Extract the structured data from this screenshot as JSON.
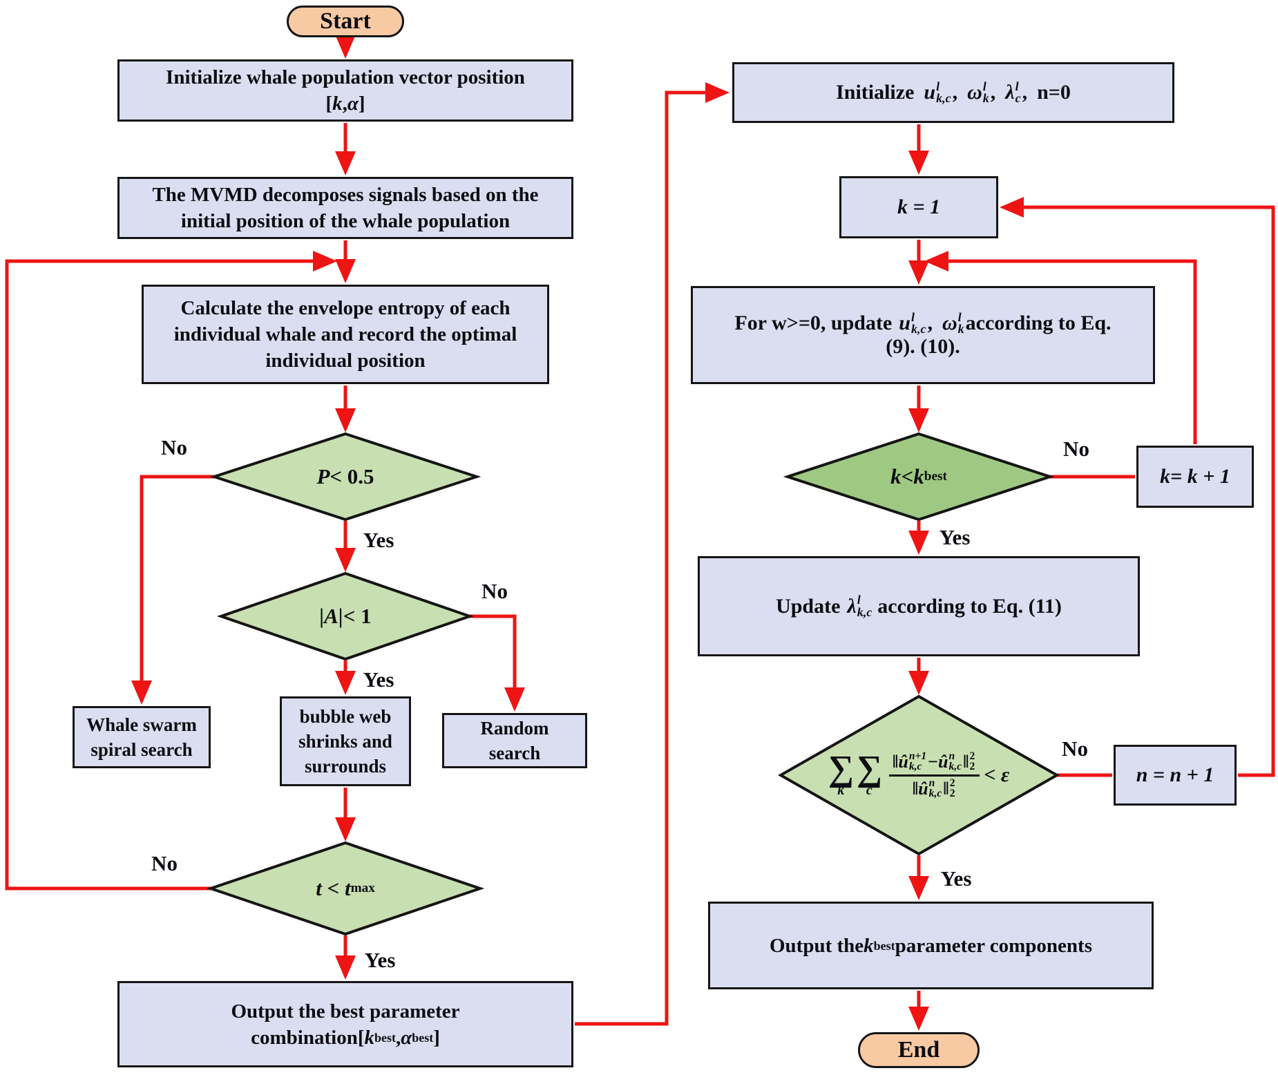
{
  "palette": {
    "process_fill": "#dbdef0",
    "terminal_fill": "#f7caa4",
    "decision_fill_light": "#c8dfb1",
    "decision_fill_dark": "#9fc982",
    "arrow_red": "#ee1414",
    "border": "#151515",
    "text": "#0d0d12"
  },
  "labels": {
    "yes": "Yes",
    "no": "No"
  },
  "start": {
    "label": "Start"
  },
  "end": {
    "label": "End"
  },
  "left": {
    "initPopulation": {
      "line1": "Initialize whale population vector position",
      "open": "[",
      "k": "k",
      "comma": ", ",
      "alpha": "α",
      "close": "]"
    },
    "mvmd": {
      "line1": "The MVMD decomposes signals based on the",
      "line2": "initial position of the whale population"
    },
    "entropy": {
      "line1": "Calculate the envelope entropy of each",
      "line2": "individual whale and record the optimal",
      "line3": "individual position"
    },
    "pDecision": {
      "var": "P",
      "rest": " < 0.5"
    },
    "aDecision": {
      "var": "|A|",
      "rest": " < 1"
    },
    "whale": {
      "line1": "Whale swarm",
      "line2": "spiral search"
    },
    "bubble": {
      "line1": "bubble web",
      "line2": "shrinks and",
      "line3": "surrounds"
    },
    "random": {
      "line1": "Random",
      "line2": "search"
    },
    "tDecision": {
      "var": "t < t",
      "sub": "max"
    },
    "output": {
      "line1": "Output the best parameter",
      "pre": "combination[",
      "k": "k",
      "ksub": "best",
      "mid": ", ",
      "alpha": "α",
      "asub": "best",
      "post": "]"
    }
  },
  "right": {
    "initialize": {
      "pre": "Initialize",
      "u": {
        "base": "u",
        "sup": "l",
        "sub": "k,c"
      },
      "c1": ",",
      "omega": {
        "base": "ω",
        "sup": "l",
        "sub": "k"
      },
      "c2": ",",
      "lambda": {
        "base": "λ",
        "sup": "l",
        "sub": "c"
      },
      "c3": ",",
      "n0": "n=0"
    },
    "k1": {
      "text": "k = 1"
    },
    "forUpdate": {
      "pre": "For w>=0, update",
      "u": {
        "base": "u",
        "sup": "l",
        "sub": "k,c"
      },
      "c1": ",",
      "omega": {
        "base": "ω",
        "sup": "l",
        "sub": "k"
      },
      "post": "according to Eq.",
      "line2": "(9).  (10)."
    },
    "kbDecision": {
      "a": "k",
      "op": " < ",
      "b": "k",
      "bsub": "best"
    },
    "kplus": {
      "text": "k= k + 1"
    },
    "update": {
      "pre": "Update",
      "lambda": {
        "base": "λ",
        "sup": "l",
        "sub": "k,c"
      },
      "post": "according to Eq. (11)"
    },
    "converge": {
      "sum1": {
        "op": "∑",
        "sub": "k"
      },
      "sum2": {
        "op": "∑",
        "sub": "c"
      },
      "num": {
        "lbar": "‖",
        "u1": {
          "base": "û",
          "sup": "n+1",
          "sub": "k,c"
        },
        "minus": " − ",
        "u2": {
          "base": "û",
          "sup": "n",
          "sub": "k,c"
        },
        "rbar": "‖",
        "sup": "2",
        "sub": "2"
      },
      "den": {
        "lbar": "‖",
        "u": {
          "base": "û",
          "sup": "n",
          "sub": "k,c"
        },
        "rbar": "‖",
        "sup": "2",
        "sub": "2"
      },
      "cmp": "< ε"
    },
    "nplus": {
      "text": "n = n + 1"
    },
    "outputK": {
      "pre": "Output the ",
      "k": "k",
      "ksub": "best",
      "post": " parameter  components"
    }
  }
}
